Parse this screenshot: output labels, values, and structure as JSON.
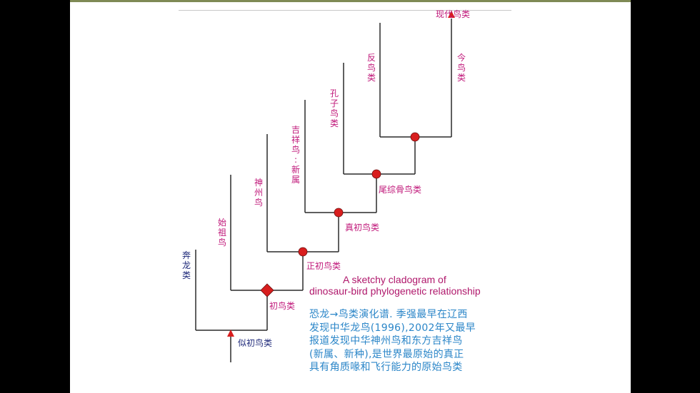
{
  "colors": {
    "outer_background": "#000000",
    "slide_background": "#ffffff",
    "olive_strip": "#7f8a55",
    "tree_line": "#2a2a2a",
    "node_red": "#d81e1e",
    "taxon_magenta": "#c0187a",
    "taxon_navy": "#1f2a7a",
    "caption_magenta": "#b0186c",
    "chinese_text_blue": "#2b86c8"
  },
  "diagram": {
    "taxa": {
      "modern_birds": "现代鸟类",
      "neornithes": "今鸟类",
      "enantiornithes": "反鸟类",
      "confuciusornithes": "孔子鸟类",
      "jeholornis": "吉祥鸟:新属",
      "shenzhou": "神州鸟",
      "archaeopteryx": "始祖鸟",
      "dromaeosaurs": "奔龙类"
    },
    "node_labels": {
      "pygostylia": "尾综骨鸟类",
      "euornithes": "真初鸟类",
      "orthornithes": "正初鸟类",
      "avialae": "初鸟类",
      "proto_birds": "似初鸟类"
    },
    "caption_lines": [
      "A sketchy cladogram of",
      "dinosaur-bird phylogenetic relationship"
    ]
  },
  "description_lines": [
    "恐龙→鸟类演化谱. 季强最早在辽西",
    "发现中华龙鸟(1996),2002年又最早",
    "报道发现中华神州鸟和东方吉祥鸟",
    "(新属、新种),是世界最原始的真正",
    "具有角质喙和飞行能力的原始鸟类"
  ]
}
